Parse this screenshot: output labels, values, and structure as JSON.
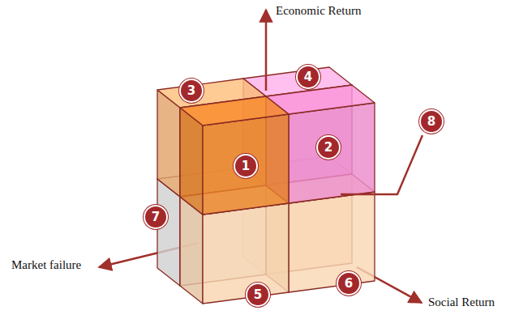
{
  "diagram": {
    "labels": [
      "Economic Return",
      "Market failure",
      "Social Return",
      "1",
      "2",
      "3",
      "4",
      "5",
      "6",
      "7",
      "8"
    ]
  }
}
